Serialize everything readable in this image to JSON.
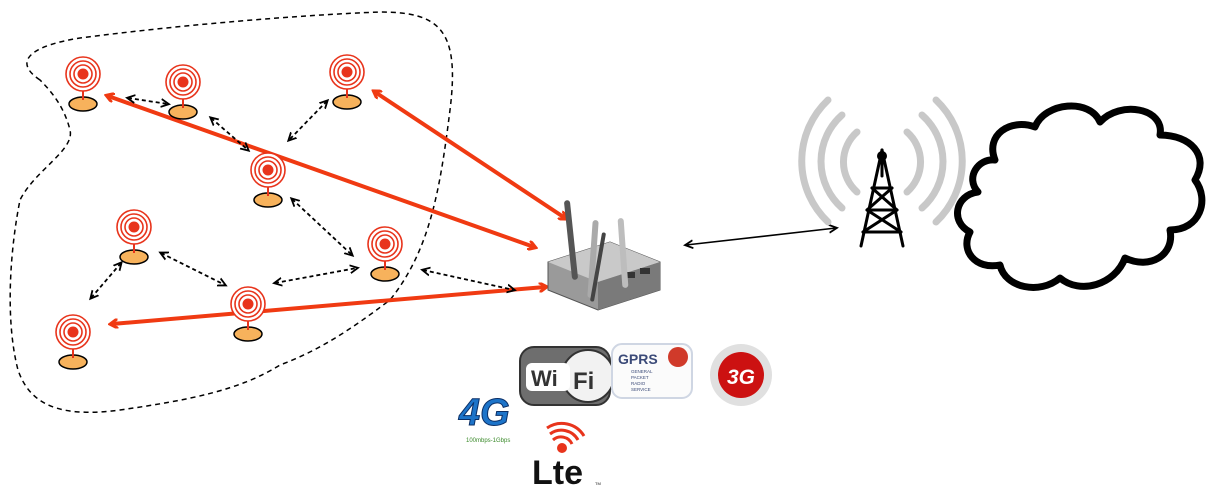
{
  "logos": {
    "wifi": [
      "Wi",
      "Fi"
    ],
    "gprs_label": "GPRS",
    "gprs_subtitle": [
      "GENERAL",
      "PACKET",
      "RADIO",
      "SERVICE"
    ],
    "threeg_label": "3G",
    "fourg_label": "4G",
    "fourg_speed": "100mbps-1Gbps",
    "lte_label": "Lte",
    "lte_tm": "TM"
  },
  "colors": {
    "link_red": "#f03a12",
    "dashed": "#000000",
    "node_ring": "#e8341c",
    "node_base": "#f7b25c",
    "tower": "#000000",
    "signal_grey": "#c8c8c8"
  },
  "icons": [
    "sensor-node-icon",
    "gateway-router-icon",
    "cell-tower-icon",
    "cloud-icon",
    "wifi-logo-icon",
    "gprs-logo-icon",
    "3g-logo-icon",
    "4g-logo-icon",
    "lte-logo-icon"
  ]
}
